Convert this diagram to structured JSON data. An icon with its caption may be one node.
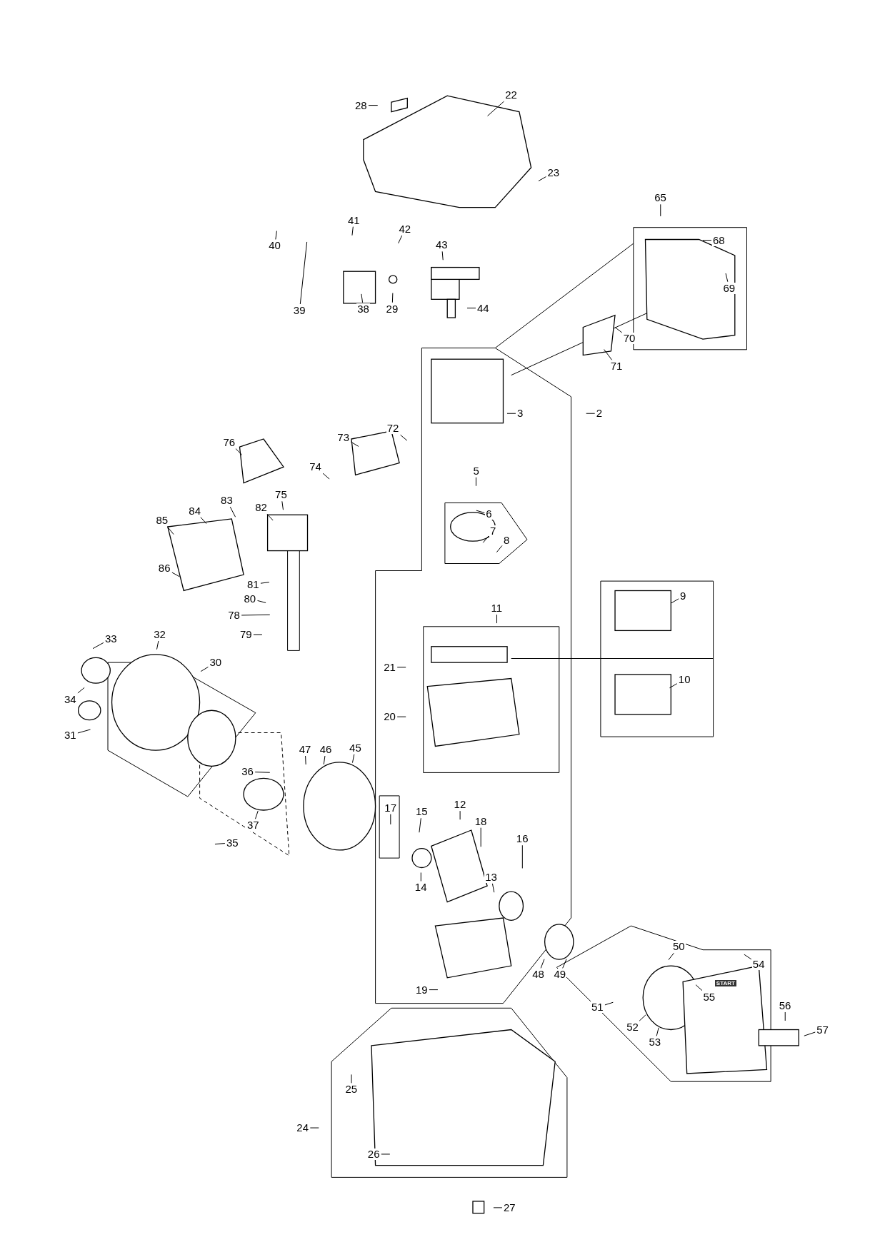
{
  "diagram": {
    "nodes": [
      {
        "text": [
          "28"
        ]
      },
      {
        "text": [
          "22"
        ]
      },
      {
        "text": [
          "23"
        ]
      },
      {
        "text": [
          "40"
        ]
      },
      {
        "text": [
          "41"
        ]
      },
      {
        "text": [
          "42"
        ]
      },
      {
        "text": [
          "43"
        ]
      },
      {
        "text": [
          "65"
        ]
      },
      {
        "text": [
          "39"
        ]
      },
      {
        "text": [
          "38"
        ]
      },
      {
        "text": [
          "29"
        ]
      },
      {
        "text": [
          "44"
        ]
      },
      {
        "text": [
          "68"
        ]
      },
      {
        "text": [
          "69"
        ]
      },
      {
        "text": [
          "70"
        ]
      },
      {
        "text": [
          "71"
        ]
      },
      {
        "text": [
          "3"
        ]
      },
      {
        "text": [
          "2"
        ]
      },
      {
        "text": [
          "72"
        ]
      },
      {
        "text": [
          "73"
        ]
      },
      {
        "text": [
          "76"
        ]
      },
      {
        "text": [
          "74"
        ]
      },
      {
        "text": [
          "75"
        ]
      },
      {
        "text": [
          "5"
        ]
      },
      {
        "text": [
          "83"
        ]
      },
      {
        "text": [
          "82"
        ]
      },
      {
        "text": [
          "6"
        ]
      },
      {
        "text": [
          "84"
        ]
      },
      {
        "text": [
          "85"
        ]
      },
      {
        "text": [
          "7"
        ]
      },
      {
        "text": [
          "8"
        ]
      },
      {
        "text": [
          "86"
        ]
      },
      {
        "text": [
          "81"
        ]
      },
      {
        "text": [
          "9"
        ]
      },
      {
        "text": [
          "80"
        ]
      },
      {
        "text": [
          "11"
        ]
      },
      {
        "text": [
          "78"
        ]
      },
      {
        "text": [
          "79"
        ]
      },
      {
        "text": [
          "32"
        ]
      },
      {
        "text": [
          "33"
        ]
      },
      {
        "text": [
          "30"
        ]
      },
      {
        "text": [
          "21"
        ]
      },
      {
        "text": [
          "10"
        ]
      },
      {
        "text": [
          "34"
        ]
      },
      {
        "text": [
          "20"
        ]
      },
      {
        "text": [
          "31"
        ]
      },
      {
        "text": [
          "47"
        ]
      },
      {
        "text": [
          "46"
        ]
      },
      {
        "text": [
          "45"
        ]
      },
      {
        "text": [
          "36"
        ]
      },
      {
        "text": [
          "12"
        ]
      },
      {
        "text": [
          "17"
        ]
      },
      {
        "text": [
          "15"
        ]
      },
      {
        "text": [
          "18"
        ]
      },
      {
        "text": [
          "37"
        ]
      },
      {
        "text": [
          "35"
        ]
      },
      {
        "text": [
          "16"
        ]
      },
      {
        "text": [
          "13"
        ]
      },
      {
        "text": [
          "14"
        ]
      },
      {
        "text": [
          "50"
        ]
      },
      {
        "text": [
          "54"
        ]
      },
      {
        "text": [
          "48"
        ]
      },
      {
        "text": [
          "49"
        ]
      },
      {
        "text": [
          "55"
        ]
      },
      {
        "text": [
          "19"
        ]
      },
      {
        "text": [
          "56"
        ]
      },
      {
        "text": [
          "51"
        ]
      },
      {
        "text": [
          "52"
        ]
      },
      {
        "text": [
          "57"
        ]
      },
      {
        "text": [
          "53"
        ]
      },
      {
        "text": [
          "25"
        ]
      },
      {
        "text": [
          "24"
        ]
      },
      {
        "text": [
          "26"
        ]
      },
      {
        "text": [
          "27"
        ]
      }
    ],
    "edges": [
      {
        "from": 0,
        "to": null,
        "arrow": "none"
      },
      {
        "from": 1,
        "to": null,
        "arrow": "none"
      },
      {
        "from": 2,
        "to": null,
        "arrow": "none"
      },
      {
        "from": 3,
        "to": null,
        "arrow": "none"
      },
      {
        "from": 4,
        "to": null,
        "arrow": "none"
      },
      {
        "from": 5,
        "to": null,
        "arrow": "none"
      },
      {
        "from": 6,
        "to": null,
        "arrow": "none"
      },
      {
        "from": 7,
        "to": null,
        "arrow": "none"
      },
      {
        "from": 8,
        "to": null,
        "arrow": "none"
      },
      {
        "from": 9,
        "to": null,
        "arrow": "none"
      },
      {
        "from": 10,
        "to": null,
        "arrow": "none"
      },
      {
        "from": 11,
        "to": null,
        "arrow": "none"
      },
      {
        "from": 12,
        "to": null,
        "arrow": "none"
      },
      {
        "from": 13,
        "to": null,
        "arrow": "none"
      },
      {
        "from": 14,
        "to": null,
        "arrow": "none"
      },
      {
        "from": 15,
        "to": null,
        "arrow": "none"
      },
      {
        "from": 16,
        "to": null,
        "arrow": "none"
      },
      {
        "from": 17,
        "to": null,
        "arrow": "none"
      },
      {
        "from": 18,
        "to": null,
        "arrow": "none"
      },
      {
        "from": 19,
        "to": null,
        "arrow": "none"
      },
      {
        "from": 20,
        "to": null,
        "arrow": "none"
      },
      {
        "from": 21,
        "to": null,
        "arrow": "none"
      },
      {
        "from": 22,
        "to": null,
        "arrow": "none"
      },
      {
        "from": 23,
        "to": null,
        "arrow": "none"
      },
      {
        "from": 24,
        "to": null,
        "arrow": "none"
      },
      {
        "from": 25,
        "to": null,
        "arrow": "none"
      },
      {
        "from": 26,
        "to": null,
        "arrow": "none"
      },
      {
        "from": 27,
        "to": null,
        "arrow": "none"
      },
      {
        "from": 28,
        "to": null,
        "arrow": "none"
      },
      {
        "from": 29,
        "to": null,
        "arrow": "none"
      },
      {
        "from": 30,
        "to": null,
        "arrow": "none"
      },
      {
        "from": 31,
        "to": null,
        "arrow": "none"
      },
      {
        "from": 32,
        "to": null,
        "arrow": "none"
      },
      {
        "from": 33,
        "to": null,
        "arrow": "none"
      },
      {
        "from": 34,
        "to": null,
        "arrow": "none"
      },
      {
        "from": 35,
        "to": null,
        "arrow": "none"
      },
      {
        "from": 36,
        "to": null,
        "arrow": "none"
      },
      {
        "from": 37,
        "to": null,
        "arrow": "none"
      },
      {
        "from": 38,
        "to": null,
        "arrow": "none"
      },
      {
        "from": 39,
        "to": null,
        "arrow": "none"
      },
      {
        "from": 40,
        "to": null,
        "arrow": "none"
      },
      {
        "from": 41,
        "to": null,
        "arrow": "none"
      },
      {
        "from": 42,
        "to": null,
        "arrow": "none"
      },
      {
        "from": 43,
        "to": null,
        "arrow": "none"
      },
      {
        "from": 44,
        "to": null,
        "arrow": "none"
      },
      {
        "from": 45,
        "to": null,
        "arrow": "none"
      },
      {
        "from": 46,
        "to": null,
        "arrow": "none"
      },
      {
        "from": 47,
        "to": null,
        "arrow": "none"
      },
      {
        "from": 48,
        "to": null,
        "arrow": "none"
      },
      {
        "from": 49,
        "to": null,
        "arrow": "none"
      },
      {
        "from": 50,
        "to": null,
        "arrow": "none"
      },
      {
        "from": 51,
        "to": null,
        "arrow": "none"
      },
      {
        "from": 52,
        "to": null,
        "arrow": "none"
      },
      {
        "from": 53,
        "to": null,
        "arrow": "none"
      },
      {
        "from": 54,
        "to": null,
        "arrow": "none"
      },
      {
        "from": 55,
        "to": null,
        "arrow": "none"
      },
      {
        "from": 56,
        "to": null,
        "arrow": "none"
      },
      {
        "from": 57,
        "to": null,
        "arrow": "none"
      },
      {
        "from": 58,
        "to": null,
        "arrow": "none"
      },
      {
        "from": 59,
        "to": null,
        "arrow": "none"
      },
      {
        "from": 60,
        "to": null,
        "arrow": "none"
      },
      {
        "from": 61,
        "to": null,
        "arrow": "none"
      },
      {
        "from": 62,
        "to": null,
        "arrow": "none"
      },
      {
        "from": 63,
        "to": null,
        "arrow": "none"
      },
      {
        "from": 64,
        "to": null,
        "arrow": "none"
      },
      {
        "from": 65,
        "to": null,
        "arrow": "none"
      },
      {
        "from": 66,
        "to": null,
        "arrow": "none"
      },
      {
        "from": 67,
        "to": null,
        "arrow": "none"
      },
      {
        "from": 68,
        "to": null,
        "arrow": "none"
      },
      {
        "from": 69,
        "to": null,
        "arrow": "none"
      },
      {
        "from": 70,
        "to": null,
        "arrow": "none"
      },
      {
        "from": 71,
        "to": null,
        "arrow": "none"
      },
      {
        "from": 72,
        "to": null,
        "arrow": "none"
      },
      {
        "from": 73,
        "to": null,
        "arrow": "none"
      }
    ],
    "labels": [
      "START"
    ]
  }
}
